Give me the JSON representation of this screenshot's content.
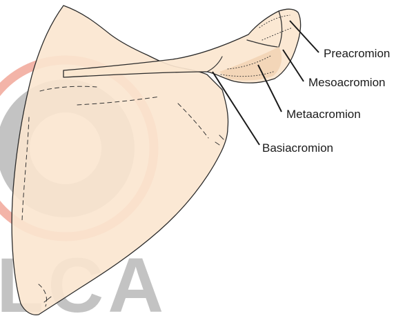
{
  "diagram": {
    "subject": "scapula-acromion",
    "labels": {
      "preacromion": "Preacromion",
      "mesoacromion": "Mesoacromion",
      "metaacromion": "Metaacromion",
      "basiacromion": "Basiacromion"
    },
    "watermark": {
      "text": "LCA"
    },
    "colors": {
      "bone_fill": "#fbe6cf",
      "bone_shadow": "#f3d6b8",
      "outline": "#2a2a2a",
      "watermark_gray": "#a9a9a9",
      "watermark_ring": "#f2a79a",
      "label_text": "#1a1a1a"
    }
  }
}
